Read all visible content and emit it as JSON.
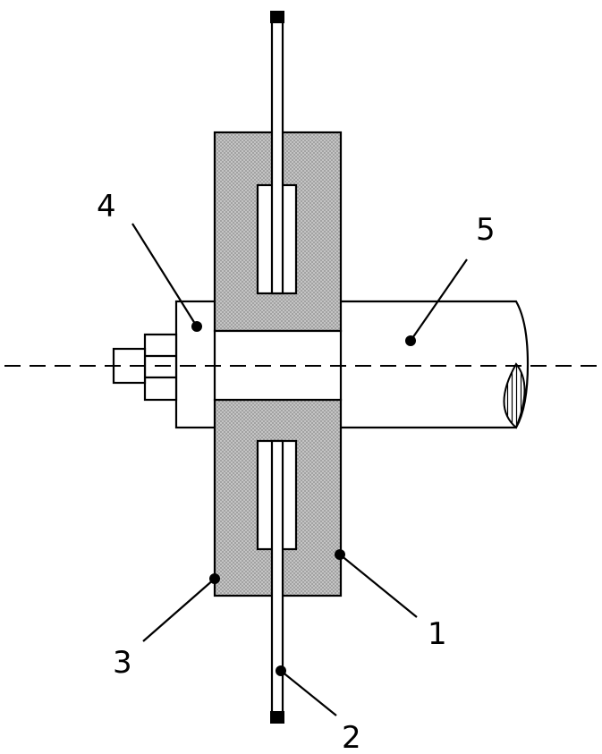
{
  "diagram": {
    "labels": {
      "part_1": "1",
      "part_2": "2",
      "part_3": "3",
      "part_4": "4",
      "part_5": "5"
    },
    "colors": {
      "housing_fill": "#b5b5b5",
      "outline": "#000000",
      "background": "#ffffff"
    }
  }
}
